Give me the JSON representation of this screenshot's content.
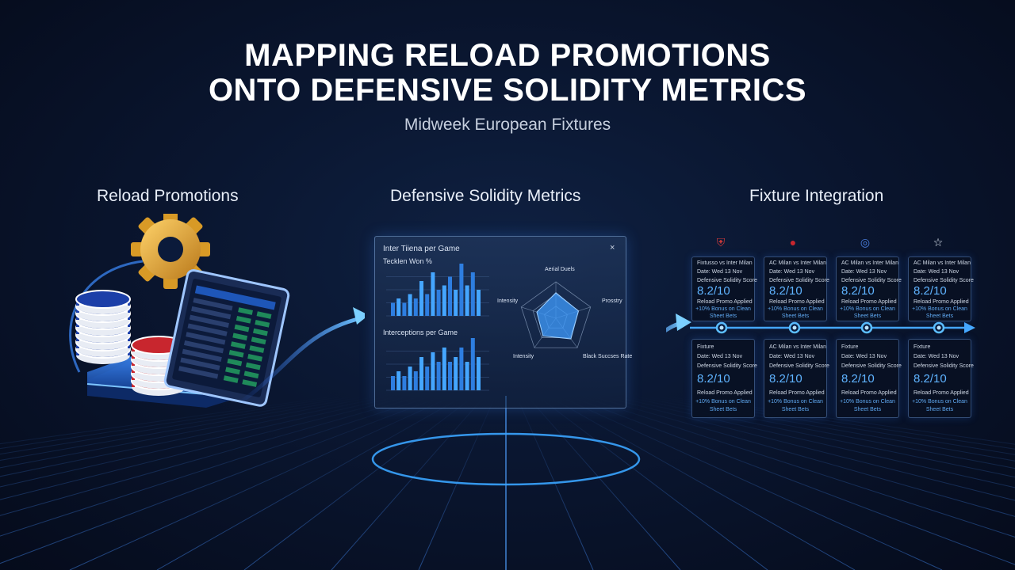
{
  "header": {
    "title_line1": "MAPPING RELOAD PROMOTIONS",
    "title_line2": "ONTO DEFENSIVE SOLIDITY METRICS",
    "subtitle": "Midweek European Fixtures"
  },
  "sections": {
    "reload": "Reload Promotions",
    "defensive": "Defensive Solidity Metrics",
    "fixture": "Fixture Integration"
  },
  "dashboard": {
    "panel_title": "Inter Tiiena per Game",
    "chart1_label": "Tecklen Won %",
    "chart2_label": "Interceptions per Game",
    "close_icon": "×",
    "radar_labels": [
      "Aerial Duels",
      "Prosstry",
      "Black Succses Rate",
      "Intensity",
      "Intensity"
    ]
  },
  "chart_data": [
    {
      "type": "bar",
      "title": "Tecklen Won %",
      "values": [
        3,
        4,
        3,
        5,
        4,
        8,
        5,
        10,
        6,
        7,
        9,
        6,
        12,
        7,
        10,
        6
      ]
    },
    {
      "type": "bar",
      "title": "Interceptions per Game",
      "values": [
        3,
        4,
        3,
        5,
        4,
        7,
        5,
        8,
        6,
        9,
        6,
        7,
        9,
        6,
        11,
        7
      ]
    },
    {
      "type": "radar",
      "axes": [
        "Aerial Duels",
        "Prosstry",
        "Black Succses Rate",
        "Intensity",
        "Intensity"
      ],
      "values": [
        0.7,
        0.65,
        0.7,
        0.6,
        0.55
      ]
    }
  ],
  "fixtures": {
    "crests": [
      "shield-icon",
      "milan-crest-icon",
      "inter-crest-icon",
      "star-icon"
    ],
    "top_cards": [
      {
        "line1": "Fixtusso vs Inter Milan",
        "line2": "Date: Wed 13 Nov",
        "line3": "Defensive Solidity Score",
        "score": "8.2/10",
        "line5": "Reload Promo Applied",
        "bonus1": "+10% Bonus on Clean",
        "bonus2": "Sheet Bets"
      },
      {
        "line1": "AC Milan vs Inter Milan",
        "line2": "Date: Wed 13 Nov",
        "line3": "Defensive Solidity Score",
        "score": "8.2/10",
        "line5": "Reload Promo Applied",
        "bonus1": "+10% Bonus on Clean",
        "bonus2": "Sheet Bets"
      },
      {
        "line1": "AC Milan vs Inter Milan",
        "line2": "Date: Wed 13 Nov",
        "line3": "Defensive Solidity Score",
        "score": "8.2/10",
        "line5": "Reload Promo Applied",
        "bonus1": "+10% Bonus on Clean",
        "bonus2": "Sheet Bets"
      },
      {
        "line1": "AC Milan vs Inter Milan",
        "line2": "Date: Wed 13 Nov",
        "line3": "Defensive Solidity Score",
        "score": "8.2/10",
        "line5": "Reload Promo Applied",
        "bonus1": "+10% Bonus on Clean",
        "bonus2": "Sheet Bets"
      }
    ],
    "bottom_cards": [
      {
        "line1": "Fixture",
        "line2": "Date: Wed 13 Nov",
        "line3": "Defensive Solidity Score",
        "score": "8.2/10",
        "line5": "Reload Promo Applied",
        "bonus1": "+10% Bonus on Clean",
        "bonus2": "Sheet Bets"
      },
      {
        "line1": "AC Milan vs Inter Milan",
        "line2": "Date: Wed 13 Nov",
        "line3": "Defensive Solidity Score",
        "score": "8.2/10",
        "line5": "Reload Promo Applied",
        "bonus1": "+10% Bonus on Clean",
        "bonus2": "Sheet Bets"
      },
      {
        "line1": "Fixture",
        "line2": "Date: Wed 13 Nov",
        "line3": "Defensive Solidity Score",
        "score": "8.2/10",
        "line5": "Reload Promo Applied",
        "bonus1": "+10% Bonus on Clean",
        "bonus2": "Sheet Bets"
      },
      {
        "line1": "Fixture",
        "line2": "Date: Wed 13 Nov",
        "line3": "Defensive Solidity Score",
        "score": "8.2/10",
        "line5": "Reload Promo Applied",
        "bonus1": "+10% Bonus on Clean",
        "bonus2": "Sheet Bets"
      }
    ]
  },
  "colors": {
    "background": "#0a1630",
    "accent": "#3aa0ff",
    "score": "#5fb3ff",
    "chip_blue": "#1c3fa8",
    "chip_red": "#c8262e",
    "gear": "#e2a52a"
  }
}
